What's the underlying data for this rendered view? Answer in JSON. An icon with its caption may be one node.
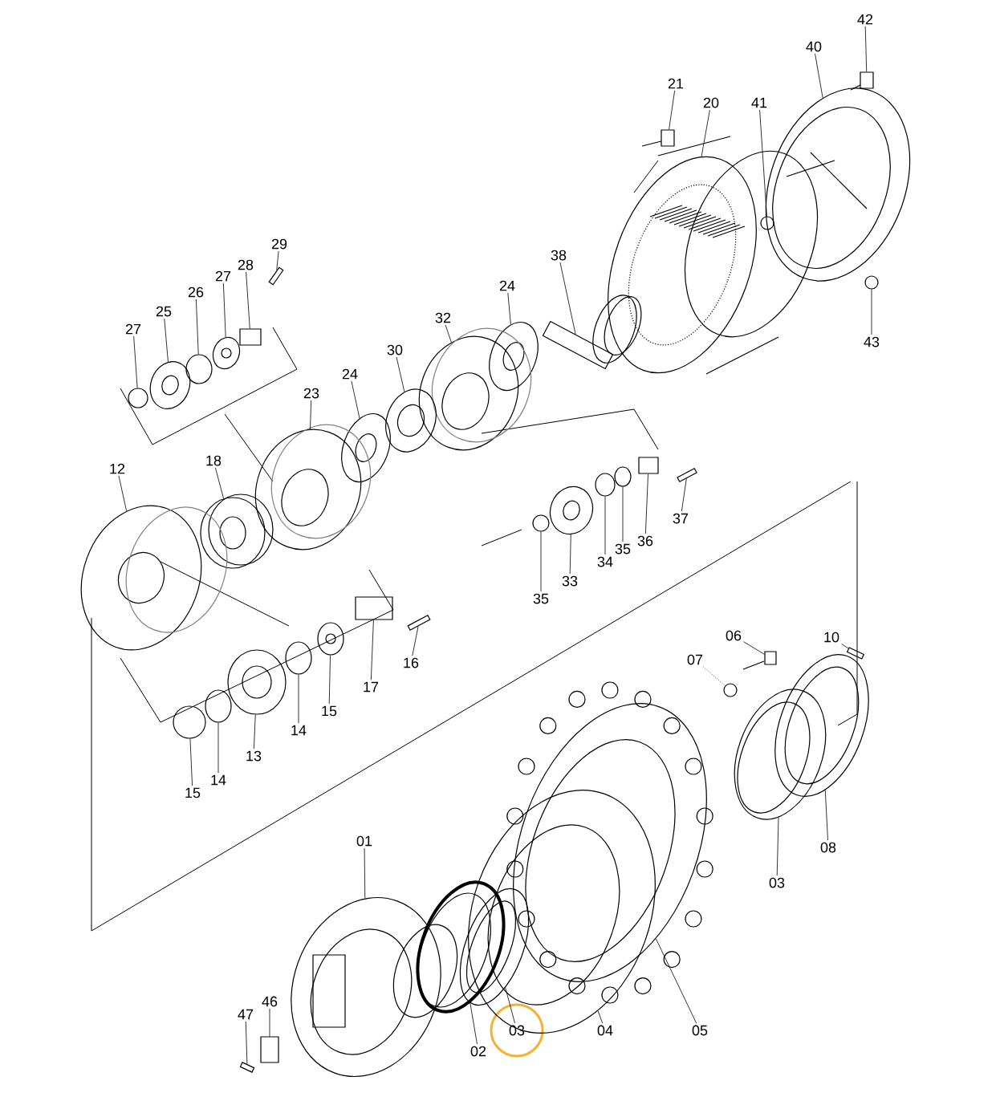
{
  "diagram": {
    "nodes": [
      {
        "text": [
          "42"
        ]
      },
      {
        "text": [
          "40"
        ]
      },
      {
        "text": [
          "21"
        ]
      },
      {
        "text": [
          "20"
        ]
      },
      {
        "text": [
          "41"
        ]
      },
      {
        "text": [
          "29"
        ]
      },
      {
        "text": [
          "28"
        ]
      },
      {
        "text": [
          "27"
        ]
      },
      {
        "text": [
          "26"
        ]
      },
      {
        "text": [
          "25"
        ]
      },
      {
        "text": [
          "27"
        ]
      },
      {
        "text": [
          "38"
        ]
      },
      {
        "text": [
          "24"
        ]
      },
      {
        "text": [
          "32"
        ]
      },
      {
        "text": [
          "30"
        ]
      },
      {
        "text": [
          "24"
        ]
      },
      {
        "text": [
          "23"
        ]
      },
      {
        "text": [
          "43"
        ]
      },
      {
        "text": [
          "18"
        ]
      },
      {
        "text": [
          "12"
        ]
      },
      {
        "text": [
          "37"
        ]
      },
      {
        "text": [
          "36"
        ]
      },
      {
        "text": [
          "35"
        ]
      },
      {
        "text": [
          "34"
        ]
      },
      {
        "text": [
          "33"
        ]
      },
      {
        "text": [
          "35"
        ]
      },
      {
        "text": [
          "16"
        ]
      },
      {
        "text": [
          "17"
        ]
      },
      {
        "text": [
          "15"
        ]
      },
      {
        "text": [
          "14"
        ]
      },
      {
        "text": [
          "13"
        ]
      },
      {
        "text": [
          "14"
        ]
      },
      {
        "text": [
          "15"
        ]
      },
      {
        "text": [
          "07"
        ]
      },
      {
        "text": [
          "06"
        ]
      },
      {
        "text": [
          "10"
        ]
      },
      {
        "text": [
          "01"
        ]
      },
      {
        "text": [
          "08"
        ]
      },
      {
        "text": [
          "03"
        ]
      },
      {
        "text": [
          "47"
        ]
      },
      {
        "text": [
          "46"
        ]
      },
      {
        "text": [
          "02"
        ]
      },
      {
        "text": [
          "03"
        ]
      },
      {
        "text": [
          "04"
        ]
      },
      {
        "text": [
          "05"
        ]
      },
      {
        "text": [],
        "shape": "box"
      },
      {
        "text": [],
        "shape": "picture"
      },
      {
        "text": [],
        "shape": "box"
      },
      {
        "text": [],
        "shape": "picture"
      },
      {
        "text": [],
        "shape": "circle"
      },
      {
        "text": [],
        "shape": "box"
      },
      {
        "text": [],
        "shape": "box"
      },
      {
        "text": [],
        "shape": "picture"
      },
      {
        "text": [],
        "shape": "circle"
      },
      {
        "text": [],
        "shape": "picture"
      },
      {
        "text": [],
        "shape": "circle"
      },
      {
        "text": [],
        "shape": "picture"
      },
      {
        "text": [],
        "shape": "picture"
      },
      {
        "text": [],
        "shape": "picture"
      },
      {
        "text": [],
        "shape": "picture"
      },
      {
        "text": [],
        "shape": "picture"
      },
      {
        "text": [],
        "shape": "picture"
      },
      {
        "text": [],
        "shape": "circle"
      },
      {
        "text": [],
        "shape": "picture"
      },
      {
        "text": [],
        "shape": "picture"
      },
      {
        "text": [],
        "shape": "box"
      },
      {
        "text": [],
        "shape": "box"
      },
      {
        "text": [],
        "shape": "circle"
      },
      {
        "text": [],
        "shape": "circle"
      },
      {
        "text": [],
        "shape": "picture"
      },
      {
        "text": [],
        "shape": "circle"
      },
      {
        "text": [],
        "shape": "box"
      },
      {
        "text": [],
        "shape": "box"
      },
      {
        "text": [],
        "shape": "picture"
      },
      {
        "text": [],
        "shape": "circle"
      },
      {
        "text": [],
        "shape": "picture"
      },
      {
        "text": [],
        "shape": "circle"
      },
      {
        "text": [],
        "shape": "circle"
      },
      {
        "text": [],
        "shape": "circle"
      },
      {
        "text": [],
        "shape": "box"
      },
      {
        "text": [],
        "shape": "box"
      },
      {
        "text": [],
        "shape": "picture"
      },
      {
        "text": [],
        "shape": "picture"
      },
      {
        "text": [],
        "shape": "picture"
      },
      {
        "text": [],
        "shape": "box"
      },
      {
        "text": [],
        "shape": "box"
      },
      {
        "text": [],
        "shape": "picture"
      },
      {
        "text": [],
        "shape": "picture"
      },
      {
        "text": [],
        "shape": "picture"
      },
      {
        "text": [],
        "shape": "picture"
      }
    ],
    "edges": [
      {
        "from": 0,
        "to": 45,
        "arrow": "none"
      },
      {
        "from": 1,
        "to": 46,
        "arrow": "none"
      },
      {
        "from": 2,
        "to": 47,
        "arrow": "none"
      },
      {
        "from": 3,
        "to": 48,
        "arrow": "none"
      },
      {
        "from": 4,
        "to": 49,
        "arrow": "none"
      },
      {
        "from": 5,
        "to": 50,
        "arrow": "none"
      },
      {
        "from": 6,
        "to": 51,
        "arrow": "none"
      },
      {
        "from": 7,
        "to": 52,
        "arrow": "none"
      },
      {
        "from": 8,
        "to": 53,
        "arrow": "none"
      },
      {
        "from": 9,
        "to": 54,
        "arrow": "none"
      },
      {
        "from": 10,
        "to": 55,
        "arrow": "none"
      },
      {
        "from": 11,
        "to": 56,
        "arrow": "none"
      },
      {
        "from": 12,
        "to": 57,
        "arrow": "none"
      },
      {
        "from": 13,
        "to": 58,
        "arrow": "none"
      },
      {
        "from": 14,
        "to": 59,
        "arrow": "none"
      },
      {
        "from": 15,
        "to": 60,
        "arrow": "none"
      },
      {
        "from": 16,
        "to": 61,
        "arrow": "none"
      },
      {
        "from": 17,
        "to": 62,
        "arrow": "none"
      },
      {
        "from": 18,
        "to": 63,
        "arrow": "none"
      },
      {
        "from": 19,
        "to": 64,
        "arrow": "none"
      },
      {
        "from": 20,
        "to": 65,
        "arrow": "none"
      },
      {
        "from": 21,
        "to": 66,
        "arrow": "none"
      },
      {
        "from": 22,
        "to": 67,
        "arrow": "none"
      },
      {
        "from": 23,
        "to": 68,
        "arrow": "none"
      },
      {
        "from": 24,
        "to": 69,
        "arrow": "none"
      },
      {
        "from": 25,
        "to": 70,
        "arrow": "none"
      },
      {
        "from": 26,
        "to": 71,
        "arrow": "none"
      },
      {
        "from": 27,
        "to": 72,
        "arrow": "none"
      },
      {
        "from": 28,
        "to": 73,
        "arrow": "none"
      },
      {
        "from": 29,
        "to": 74,
        "arrow": "none"
      },
      {
        "from": 30,
        "to": 75,
        "arrow": "none"
      },
      {
        "from": 31,
        "to": 76,
        "arrow": "none"
      },
      {
        "from": 32,
        "to": 77,
        "arrow": "none"
      },
      {
        "from": 33,
        "to": 78,
        "arrow": "none",
        "style": "dashed"
      },
      {
        "from": 34,
        "to": 79,
        "arrow": "none"
      },
      {
        "from": 35,
        "to": 80,
        "arrow": "none"
      },
      {
        "from": 36,
        "to": 81,
        "arrow": "none"
      },
      {
        "from": 37,
        "to": 82,
        "arrow": "none"
      },
      {
        "from": 38,
        "to": 83,
        "arrow": "none"
      },
      {
        "from": 39,
        "to": 84,
        "arrow": "none"
      },
      {
        "from": 40,
        "to": 85,
        "arrow": "none"
      },
      {
        "from": 41,
        "to": 86,
        "arrow": "none"
      },
      {
        "from": 42,
        "to": 87,
        "arrow": "none"
      },
      {
        "from": 43,
        "to": 88,
        "arrow": "none"
      },
      {
        "from": 44,
        "to": 89,
        "arrow": "none"
      }
    ]
  }
}
